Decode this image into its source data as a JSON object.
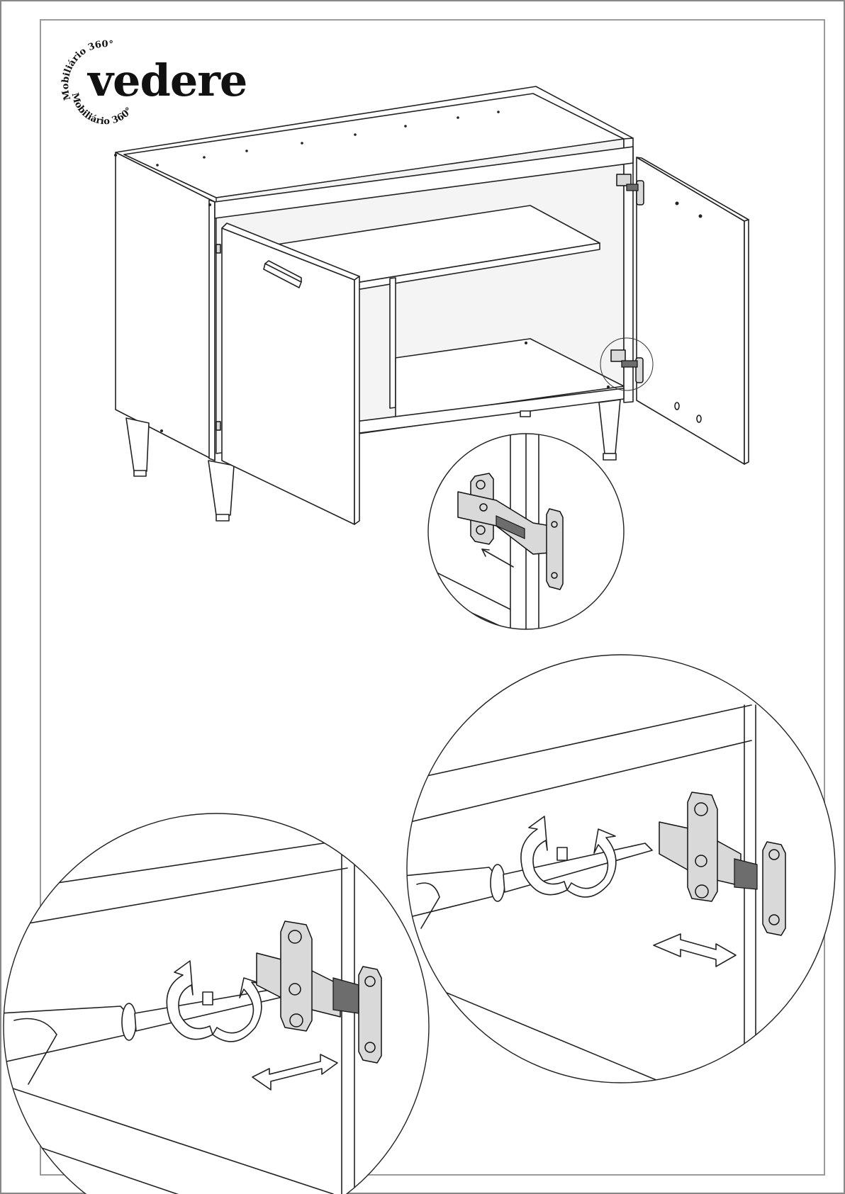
{
  "brand": {
    "name": "vedere",
    "seal_text_top": "Mobiliário 360°",
    "seal_text_bottom": "Mobiliário 360°"
  },
  "illustration": {
    "subject": "cabinet-door-hinge-adjustment",
    "panels": [
      "cabinet-overview",
      "hinge-detail-zoom",
      "hinge-adjust-left",
      "hinge-adjust-right"
    ]
  }
}
